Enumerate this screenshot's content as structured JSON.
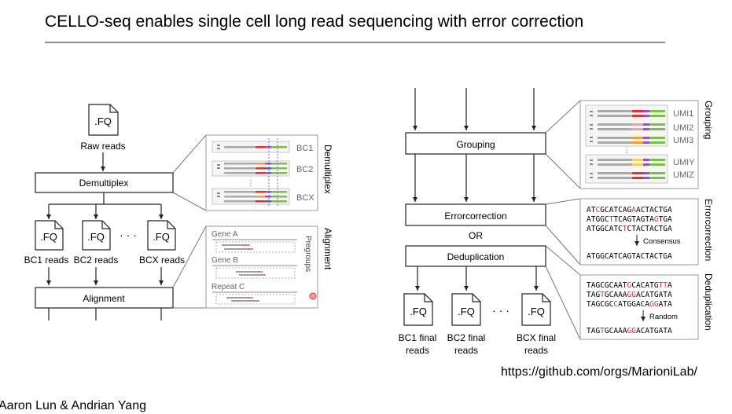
{
  "title": "CELLO-seq enables single cell long read sequencing with error correction",
  "url": "https://github.com/orgs/MarioniLab/",
  "credit": "Aaron Lun & Andrian Yang",
  "left_panel": {
    "fq": ".FQ",
    "raw_reads": "Raw reads",
    "demultiplex": "Demultiplex",
    "bc1_reads": "BC1 reads",
    "bc2_reads": "BC2 reads",
    "bcx_reads": "BCX reads",
    "ellipsis": "· · ·",
    "alignment": "Alignment",
    "demux_side": "Demultiplex",
    "align_side": "Alignment",
    "bc1": "BC1",
    "bc2": "BC2",
    "bcx": "BCX",
    "gene_a": "Gene A",
    "gene_b": "Gene B",
    "repeat_c": "Repeat C",
    "pregroups": "Pregroups"
  },
  "right_panel": {
    "grouping": "Grouping",
    "errorcorrection": "Errorcorrection",
    "or": "OR",
    "deduplication": "Deduplication",
    "fq": ".FQ",
    "bc1_final": [
      "BC1 final",
      "reads"
    ],
    "bc2_final": [
      "BC2 final",
      "reads"
    ],
    "bcx_final": [
      "BCX final",
      "reads"
    ],
    "ellipsis": "· · ·",
    "grouping_side": "Grouping",
    "errcorr_side": "Errorcorrection",
    "dedup_side": "Deduplication",
    "umi1": "UMI1",
    "umi2": "UMI2",
    "umi3": "UMI3",
    "umiy": "UMIY",
    "umiz": "UMIZ",
    "consensus": "Consensus",
    "random": "Random",
    "err_seqs": [
      "ATCGCATCAGAACTACTGA",
      "ATGGCTTCAGTAGTAGTGA",
      "ATGGCATCTCTACTACTGA"
    ],
    "err_result": "ATGGCATCAGTACTACTGA",
    "dedup_seqs": [
      "TAGCGCAATGCACATGTTA",
      "TAGTGCAAAGGACATGATA",
      "TAGCGCCATGGACAGGATA"
    ],
    "dedup_result": "TAGTGCAAAGGACATGATA"
  },
  "colors": {
    "red": "#e03030",
    "orange": "#f0a030",
    "purple": "#9a50c8",
    "green": "#7cc04a",
    "blue": "#4a6ab0",
    "yellow": "#f2d560",
    "pink": "#f0a0a0"
  }
}
